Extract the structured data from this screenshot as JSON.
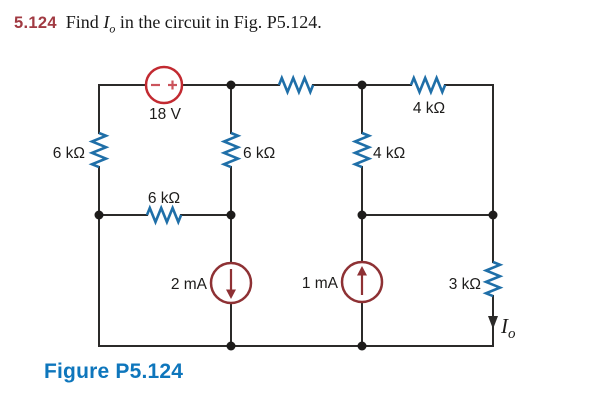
{
  "problem": {
    "number": "5.124",
    "text_before": "Find ",
    "current_symbol": "I",
    "current_sub": "o",
    "text_after": " in the circuit in Fig. P5.124."
  },
  "caption": "Figure P5.124",
  "circuit": {
    "voltage_source": {
      "label": "18 V",
      "minus": "−",
      "plus": "+"
    },
    "resistor_left": "6 kΩ",
    "resistor_mid_vertical": "6 kΩ",
    "resistor_mid_horizontal": "6 kΩ",
    "resistor_right_vertical": "4 kΩ",
    "resistor_top_right": "4 kΩ",
    "resistor_output": "3 kΩ",
    "current_source_left": {
      "label": "2 mA",
      "direction": "down"
    },
    "current_source_right": {
      "label": "1 mA",
      "direction": "up"
    },
    "output_current": {
      "symbol": "I",
      "sub": "o"
    }
  },
  "colors": {
    "wire": "#2b2a29",
    "resistor": "#1f6fa8",
    "voltage_source_circle": "#c22a31",
    "voltage_source_symbols": "#cb545c",
    "current_source": "#8e3134",
    "problem_number": "#a13a42",
    "caption": "#0e76bc",
    "label_text": "#1d1c1b"
  }
}
